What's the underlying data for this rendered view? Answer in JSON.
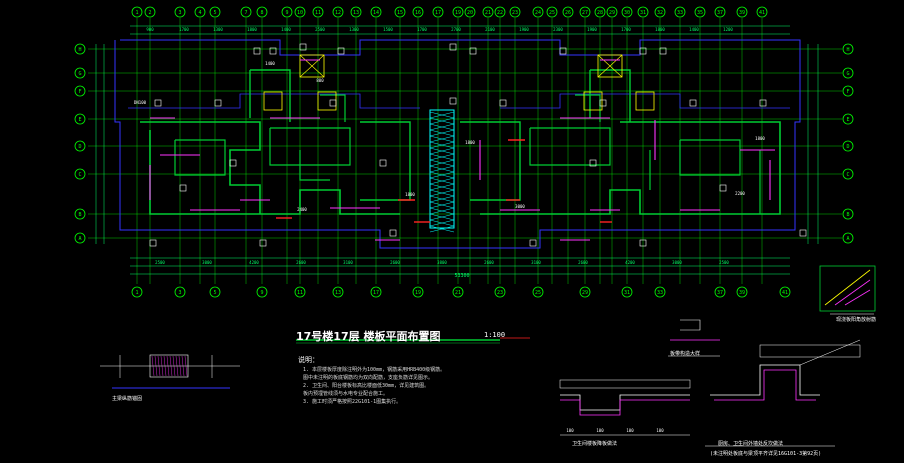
{
  "drawing": {
    "title": "17号楼17层 楼板平面布置图",
    "scale": "1:100",
    "notes_heading": "说明：",
    "notes": [
      "1. 本层楼板厚度除注明外为100mm，钢筋采用HRB400级钢筋。",
      "   图中未注明的板底钢筋均为双向配筋，支座负筋详见图示。",
      "2. 卫生间、阳台楼板标高比楼面低30mm，详见建筑图。",
      "   板内预埋管线须与水电专业配合施工。",
      "3. 施工时须严格按照22G101-1图集执行。"
    ],
    "top_axes": [
      "1",
      "2",
      "3",
      "4",
      "5",
      "7",
      "8",
      "9",
      "10",
      "11",
      "12",
      "13",
      "14",
      "15",
      "16",
      "17",
      "19",
      "20",
      "21",
      "22",
      "23",
      "24",
      "25",
      "26",
      "27",
      "28",
      "29",
      "30",
      "31",
      "32",
      "33",
      "35",
      "37",
      "39",
      "41"
    ],
    "bottom_axes": [
      "1",
      "3",
      "5",
      "9",
      "11",
      "13",
      "17",
      "19",
      "21",
      "23",
      "25",
      "29",
      "31",
      "33",
      "37",
      "39",
      "41"
    ],
    "side_axes": [
      "H",
      "G",
      "F",
      "E",
      "D",
      "C",
      "B",
      "A"
    ],
    "overall_dimension": "53300",
    "colors": {
      "background": "#000000",
      "grid": "#00ff00",
      "walls": "#00cc33",
      "dims": "#00ff66",
      "slab_rebar": "#ff33ff",
      "outline": "#3333ff",
      "text": "#ffffff",
      "highlight": "#ffff00",
      "cyan": "#00ffff",
      "red": "#ff2222"
    },
    "details": {
      "d1": "主梁纵筋锚固",
      "d2": "现浇板阳角放射筋",
      "d3": "板带构造大样",
      "d4": "卫生间楼板降板做法",
      "d5": "厨房、卫生间外墙处反坎做法",
      "d6": "(未注明处板底与梁顶平齐详见16G101-3第92页)"
    }
  }
}
